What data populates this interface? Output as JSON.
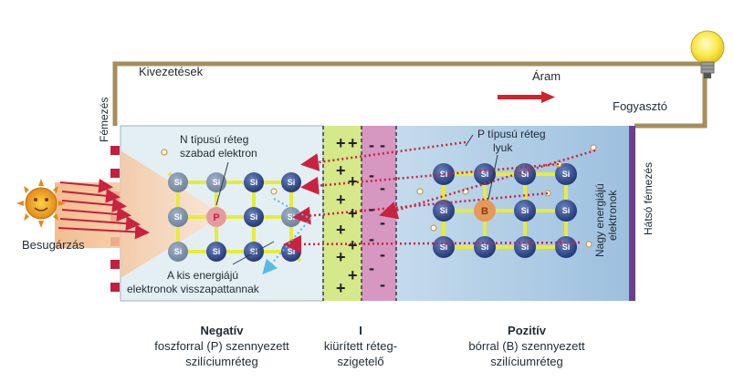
{
  "labels": {
    "kivezetesek": "Kivezetések",
    "aram": "Áram",
    "fogyaszto": "Fogyasztó",
    "femezes": "Fémezés",
    "hatso_femezes": "Hátsó fémezés",
    "besugarzas": "Besugárzás",
    "n_layer_line1": "N típusú réteg",
    "n_layer_line2": "szabad elektron",
    "p_layer_line1": "P típusú réteg",
    "p_layer_line2": "lyuk",
    "high_energy_line1": "Nagy energiájú",
    "high_energy_line2": "elektronok",
    "low_energy_line1": "A kis energiájú",
    "low_energy_line2": "elektronok visszapattannak",
    "negativ_title": "Negatív",
    "negativ_line1": "foszforral (P) szennyezett",
    "negativ_line2": "szilíciumréteg",
    "i_title": "I",
    "i_line1": "kiürített réteg-",
    "i_line2": "szigetelő",
    "pozitiv_title": "Pozitív",
    "pozitiv_line1": "bórral (B) szennyezett",
    "pozitiv_line2": "szilíciumréteg"
  },
  "atoms": {
    "si": "Si",
    "p": "P",
    "b": "B"
  },
  "signs": {
    "plus": "+",
    "minus": "-"
  },
  "colors": {
    "wire": "#a48f5c",
    "red_metal": "#c41f3d",
    "back_metal": "#6a3f8c",
    "arrow_red": "#d2232a",
    "si_atom": "#2e4a8a",
    "n_region": "#e4eff4",
    "i_plus": "#d5e88a",
    "i_minus": "#d697c0",
    "p_region": "#a7c8e3"
  }
}
